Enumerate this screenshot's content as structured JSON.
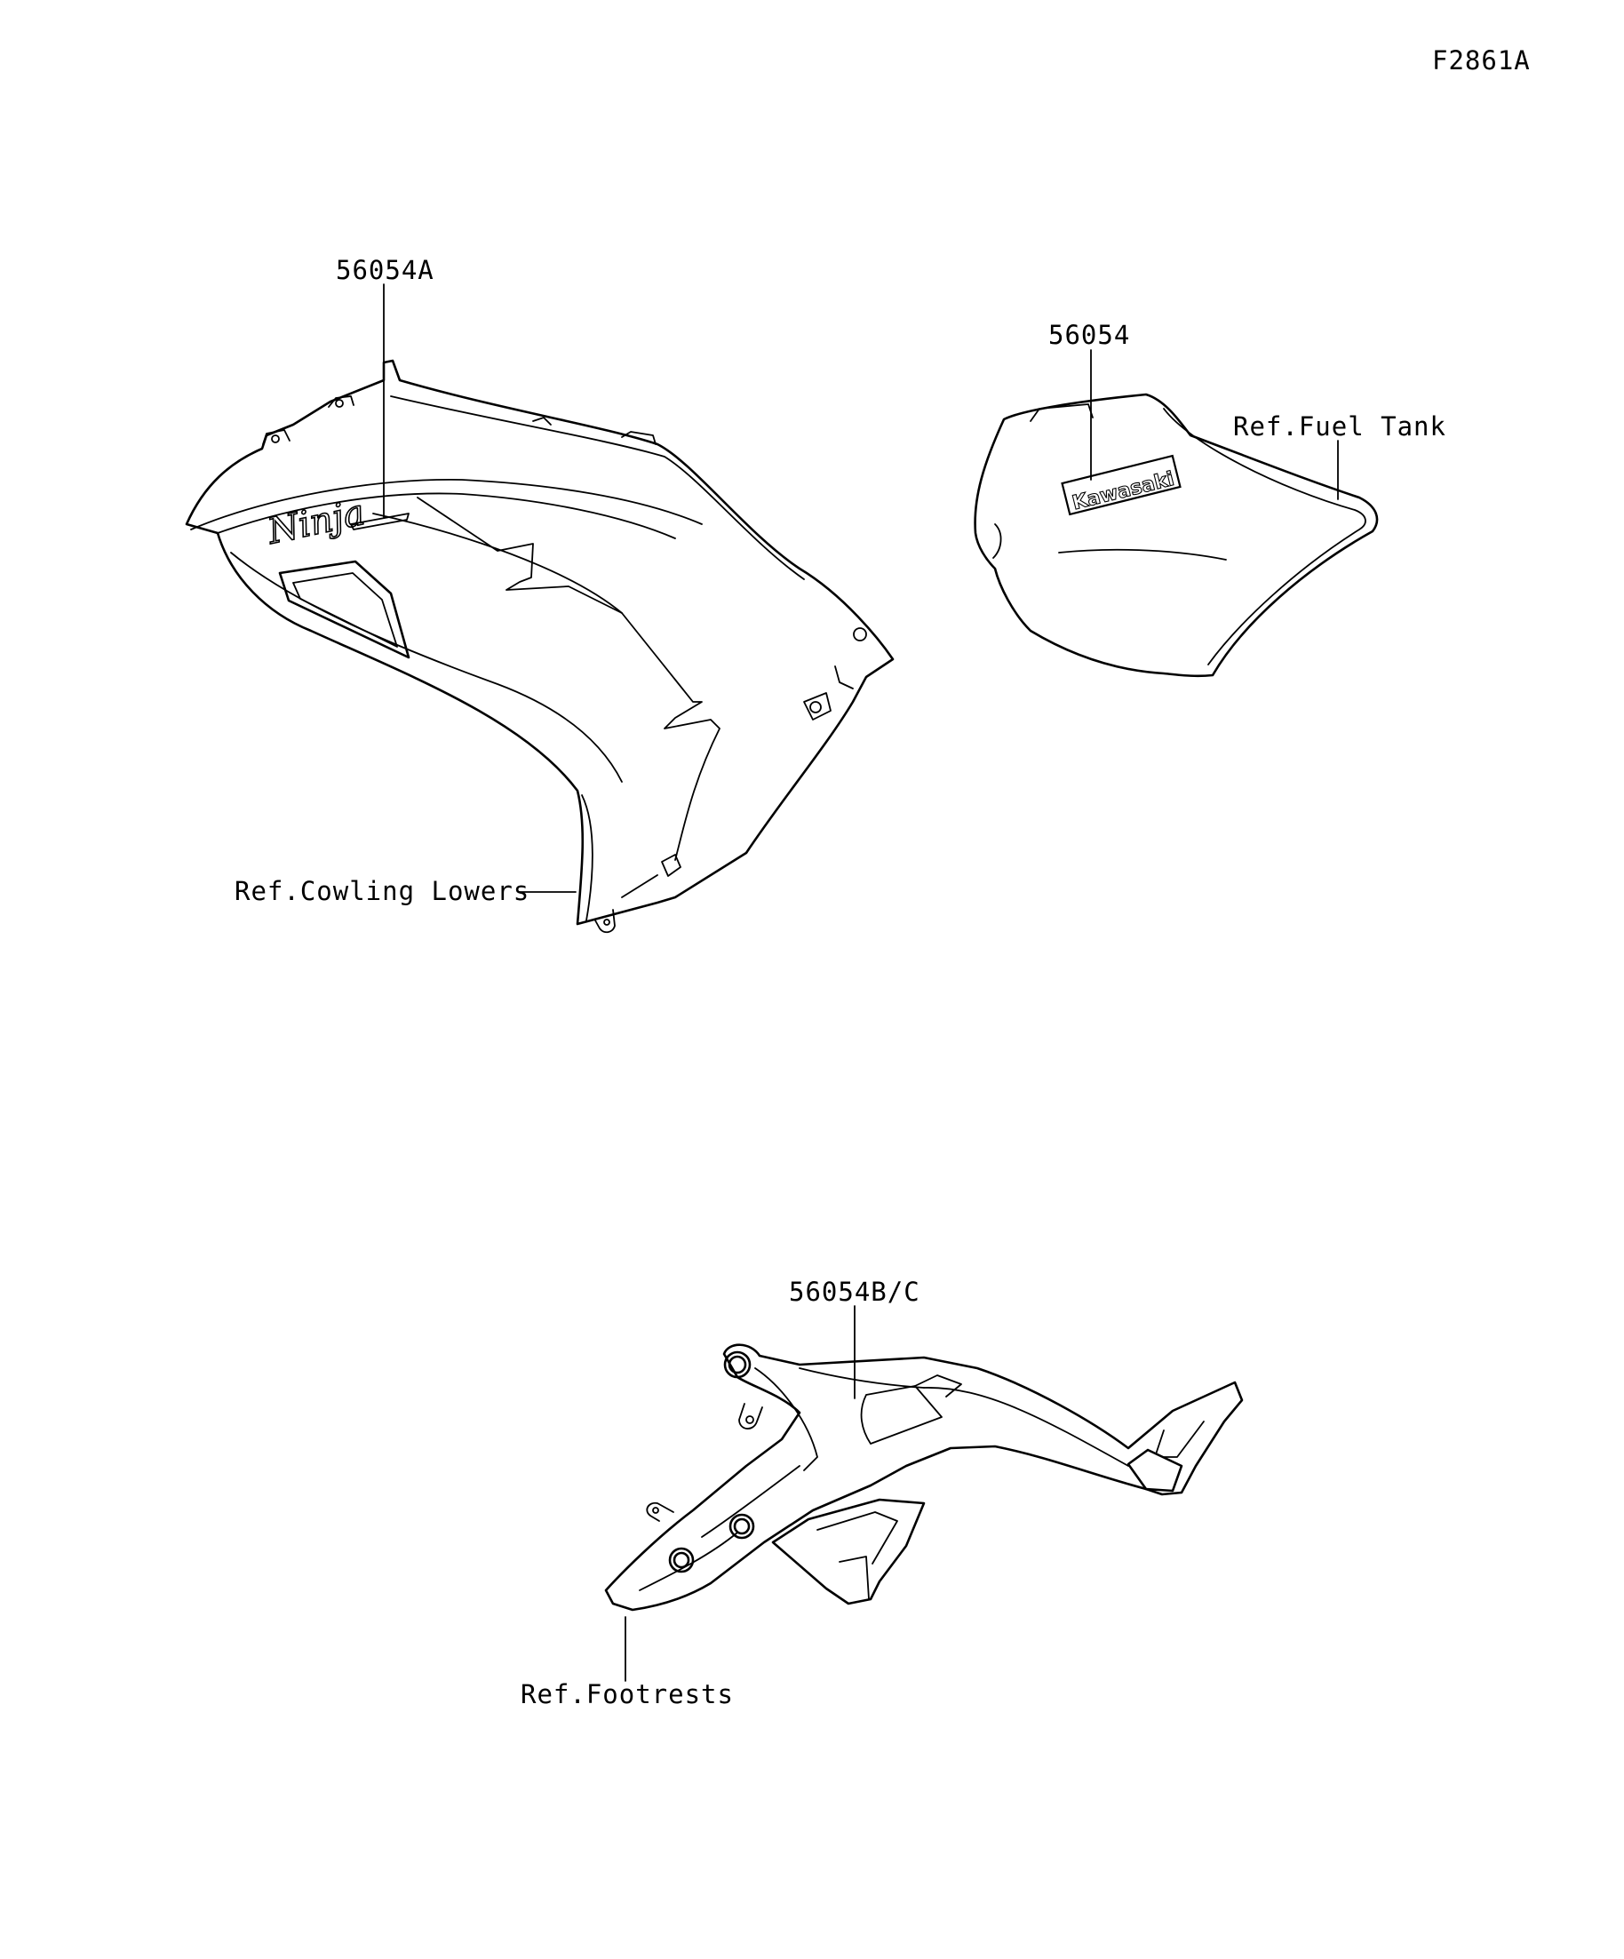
{
  "figure_id": "F2861A",
  "parts": {
    "cowling_decal": {
      "part_number": "56054A",
      "reference": "Ref.Cowling Lowers",
      "decal_text": "Ninja"
    },
    "tank_decal": {
      "part_number": "56054",
      "reference": "Ref.Fuel Tank",
      "decal_text": "Kawasaki"
    },
    "footrest_decal": {
      "part_number": "56054B/C",
      "reference": "Ref.Footrests"
    }
  }
}
